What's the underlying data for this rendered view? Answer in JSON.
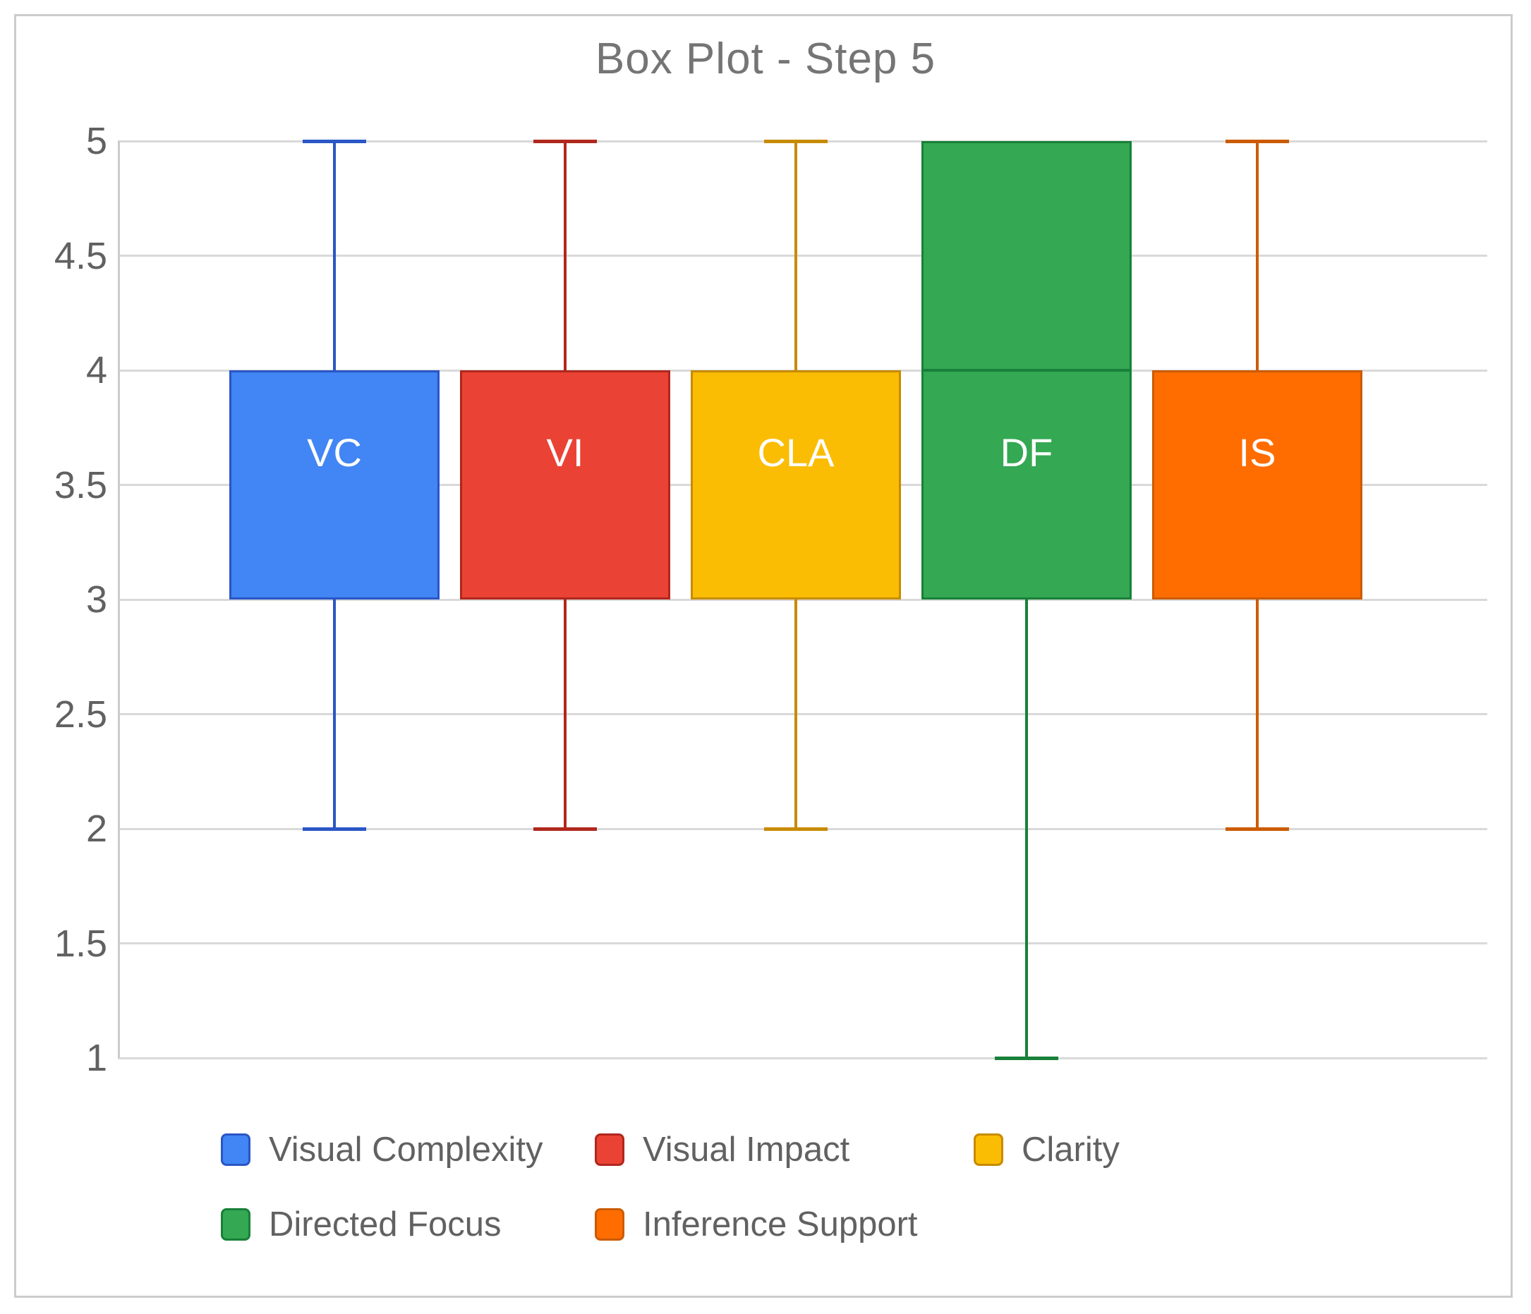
{
  "chart_data": {
    "type": "box",
    "title": "Box Plot - Step 5",
    "xlabel": "",
    "ylabel": "",
    "y_axis": {
      "min": 1,
      "max": 5,
      "tick_step": 0.5,
      "tick_labels_top_to_bottom": [
        "5",
        "4.5",
        "4",
        "3.5",
        "3",
        "2.5",
        "2",
        "1.5",
        "1"
      ]
    },
    "grid": "horizontal",
    "legend_position": "bottom",
    "series": [
      {
        "box_label": "VC",
        "name": "Visual Complexity",
        "low": 2,
        "q1": 3,
        "q3": 4,
        "high": 5,
        "median_line": null,
        "fill": "#4285F4",
        "border": "#2A56C6"
      },
      {
        "box_label": "VI",
        "name": "Visual Impact",
        "low": 2,
        "q1": 3,
        "q3": 4,
        "high": 5,
        "median_line": null,
        "fill": "#EA4335",
        "border": "#B0271D"
      },
      {
        "box_label": "CLA",
        "name": "Clarity",
        "low": 2,
        "q1": 3,
        "q3": 4,
        "high": 5,
        "median_line": null,
        "fill": "#FBBC04",
        "border": "#C78B00"
      },
      {
        "box_label": "DF",
        "name": "Directed Focus",
        "low": 1,
        "q1": 3,
        "q3": 5,
        "high": 5,
        "median_line": 4,
        "fill": "#34A853",
        "border": "#188038"
      },
      {
        "box_label": "IS",
        "name": "Inference Support",
        "low": 2,
        "q1": 3,
        "q3": 4,
        "high": 5,
        "median_line": null,
        "fill": "#FF6D00",
        "border": "#CC5B00"
      }
    ],
    "palette": {
      "title_text": "#757575",
      "tick_text": "#616161",
      "legend_text": "#616161",
      "gridline": "#d9d9d9",
      "axis_line": "#cccccc",
      "card_border": "#cccccc",
      "background": "#ffffff"
    }
  }
}
